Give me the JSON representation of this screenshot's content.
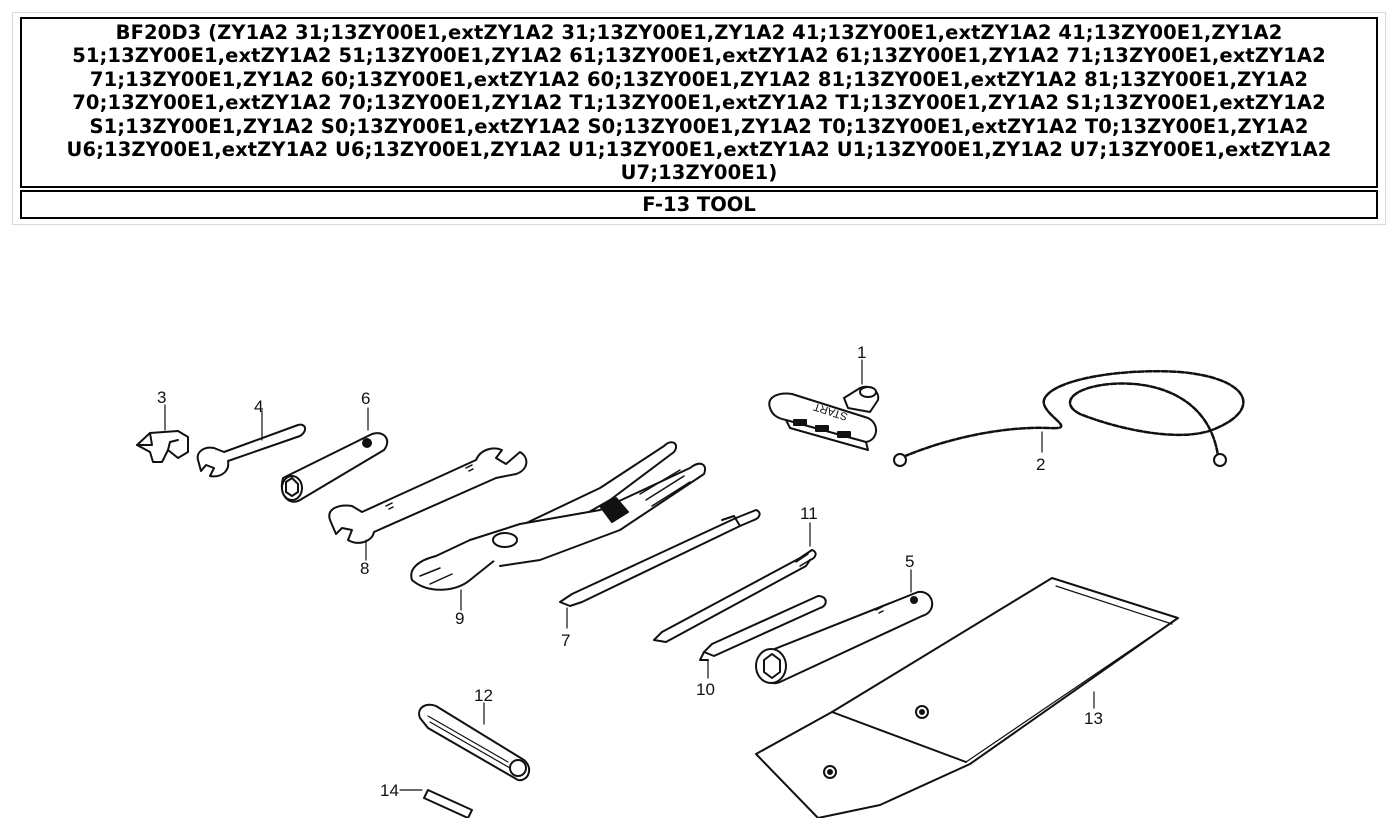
{
  "header": {
    "model_title": "BF20D3 (ZY1A2 31;13ZY00E1,extZY1A2 31;13ZY00E1,ZY1A2 41;13ZY00E1,extZY1A2 41;13ZY00E1,ZY1A2 51;13ZY00E1,extZY1A2 51;13ZY00E1,ZY1A2 61;13ZY00E1,extZY1A2 61;13ZY00E1,ZY1A2 71;13ZY00E1,extZY1A2 71;13ZY00E1,ZY1A2 60;13ZY00E1,extZY1A2 60;13ZY00E1,ZY1A2 81;13ZY00E1,extZY1A2 81;13ZY00E1,ZY1A2 70;13ZY00E1,extZY1A2 70;13ZY00E1,ZY1A2 T1;13ZY00E1,extZY1A2 T1;13ZY00E1,ZY1A2 S1;13ZY00E1,extZY1A2 S1;13ZY00E1,ZY1A2 S0;13ZY00E1,extZY1A2 S0;13ZY00E1,ZY1A2 T0;13ZY00E1,extZY1A2 T0;13ZY00E1,ZY1A2 U6;13ZY00E1,extZY1A2 U6;13ZY00E1,ZY1A2 U1;13ZY00E1,extZY1A2 U1;13ZY00E1,ZY1A2 U7;13ZY00E1,extZY1A2 U7;13ZY00E1)",
    "section_title": "F-13 TOOL"
  },
  "diagram": {
    "start_text": "START",
    "callouts": {
      "c1": "1",
      "c2": "2",
      "c3": "3",
      "c4": "4",
      "c5": "5",
      "c6": "6",
      "c7": "7",
      "c8": "8",
      "c9": "9",
      "c10": "10",
      "c11": "11",
      "c12": "12",
      "c13": "13",
      "c14": "14"
    }
  }
}
